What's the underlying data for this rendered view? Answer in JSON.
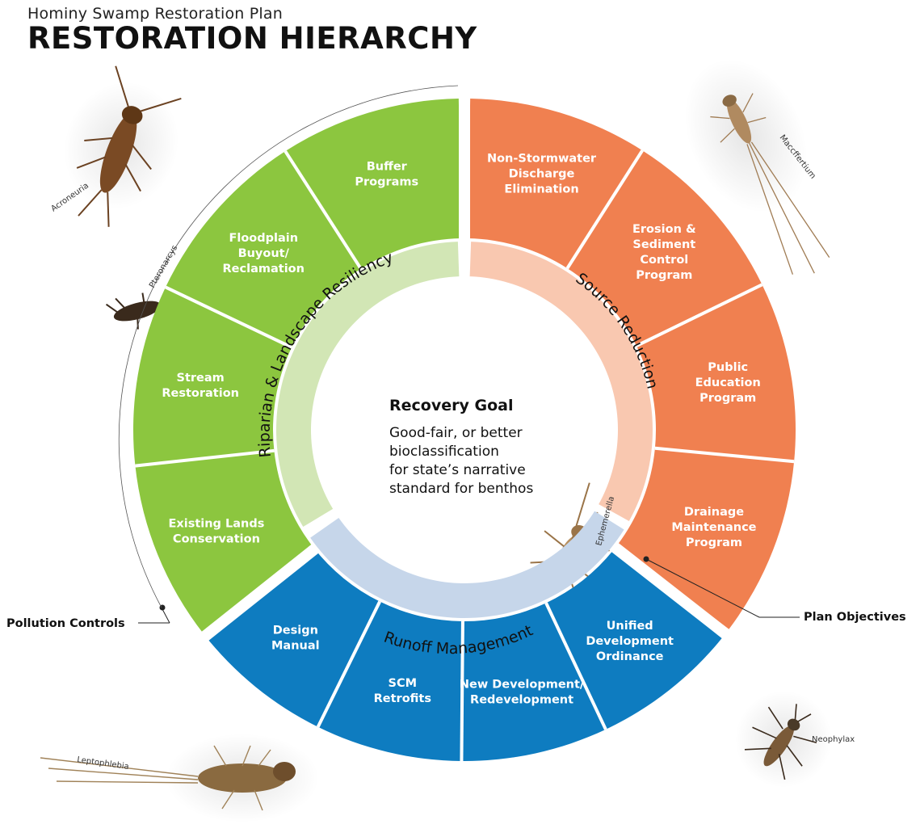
{
  "header": {
    "subtitle": "Hominy Swamp Restoration Plan",
    "title": "RESTORATION HIERARCHY"
  },
  "center": {
    "title": "Recovery Goal",
    "lines": [
      "Good-fair, or better",
      "bioclassification",
      "for state’s narrative",
      "standard for benthos"
    ]
  },
  "objectives": {
    "riparian": "Riparian & Landscape Resiliency",
    "source": "Source Reduction",
    "runoff": "Runoff Management"
  },
  "controls": {
    "green": [
      [
        "Buffer",
        "Programs"
      ],
      [
        "Floodplain",
        "Buyout/",
        "Reclamation"
      ],
      [
        "Stream",
        "Restoration"
      ],
      [
        "Existing Lands",
        "Conservation"
      ]
    ],
    "orange": [
      [
        "Non-Stormwater",
        "Discharge",
        "Elimination"
      ],
      [
        "Erosion &",
        "Sediment",
        "Control",
        "Program"
      ],
      [
        "Public",
        "Education",
        "Program"
      ],
      [
        "Drainage",
        "Maintenance",
        "Program"
      ]
    ],
    "blue": [
      [
        "Unified",
        "Development",
        "Ordinance"
      ],
      [
        "New Development/",
        "Redevelopment"
      ],
      [
        "SCM",
        "Retrofits"
      ],
      [
        "Design",
        "Manual"
      ]
    ]
  },
  "callouts": {
    "left": "Pollution Controls",
    "right": "Plan Objectives"
  },
  "species": [
    "Acroneuria",
    "Pteronarcys",
    "Maccffertium",
    "Ephemerella",
    "Leptophlebia",
    "Neophylax"
  ],
  "colors": {
    "green": "#8cc63f",
    "orange": "#f08050",
    "blue": "#0e7cc0",
    "green_light": "#d2e6b5",
    "orange_light": "#f9c8b0",
    "blue_light": "#c6d6ea"
  }
}
